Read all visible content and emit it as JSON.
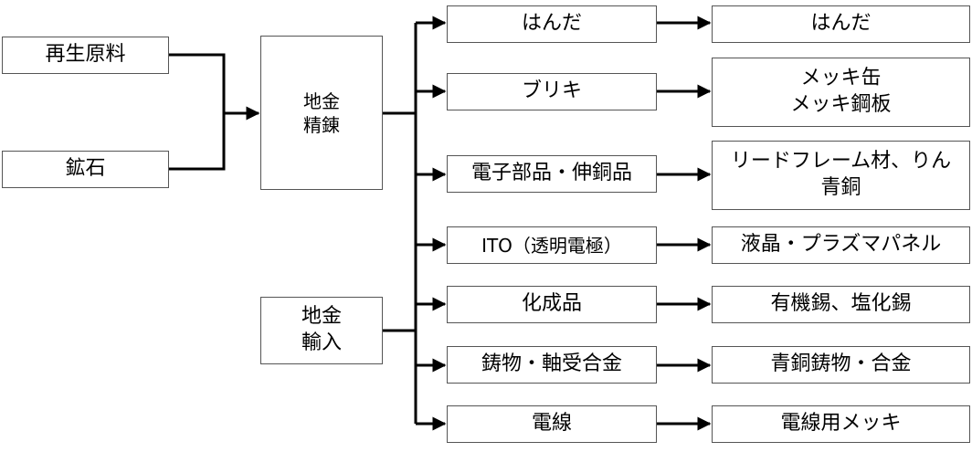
{
  "sources": {
    "recycled": "再生原料",
    "ore": "鉱石"
  },
  "smelting": [
    "地金",
    "精錬"
  ],
  "import": [
    "地金",
    "輸入"
  ],
  "uses": [
    {
      "label": "はんだ",
      "product": [
        "はんだ"
      ]
    },
    {
      "label": "ブリキ",
      "product": [
        "メッキ缶",
        "メッキ鋼板"
      ]
    },
    {
      "label": "電子部品・伸銅品",
      "product": [
        "リードフレーム材、りん",
        "青銅"
      ]
    },
    {
      "label": "ITO（透明電極）",
      "product": [
        "液晶・プラズマパネル"
      ]
    },
    {
      "label": "化成品",
      "product": [
        "有機錫、塩化錫"
      ]
    },
    {
      "label": "鋳物・軸受合金",
      "product": [
        "青銅鋳物・合金"
      ]
    },
    {
      "label": "電線",
      "product": [
        "電線用メッキ"
      ]
    }
  ]
}
